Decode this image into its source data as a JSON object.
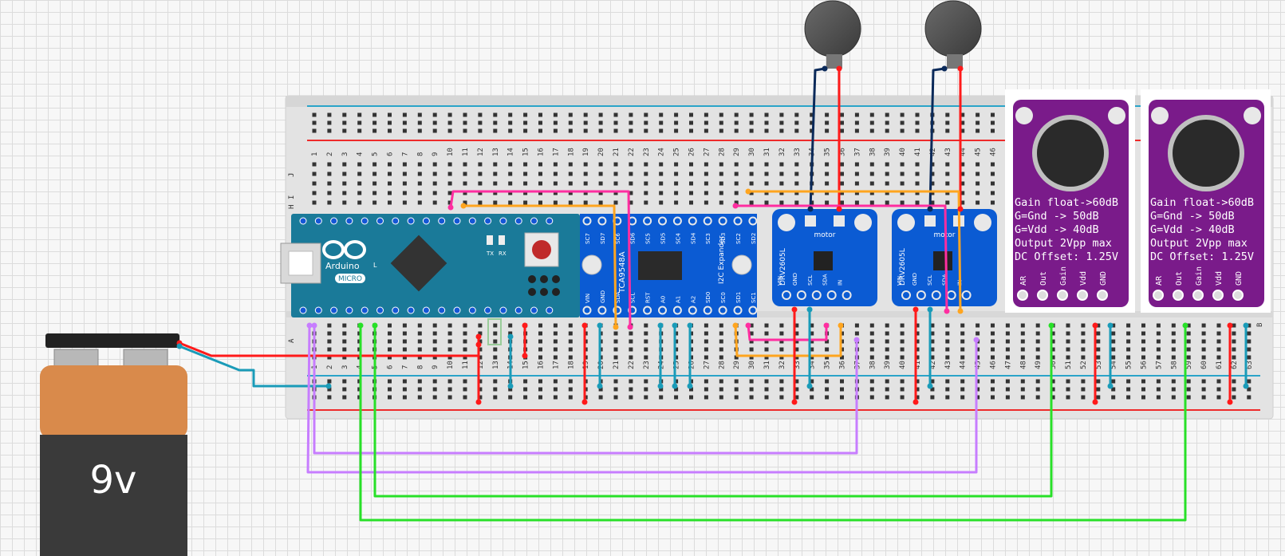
{
  "battery": {
    "label": "9v"
  },
  "breadboard": {
    "column_count": 63,
    "row_letters_top": [
      "J",
      "I",
      "H"
    ],
    "row_letters_bottom": [
      "A",
      "B"
    ]
  },
  "arduino": {
    "brand": "Arduino",
    "model": "MICRO",
    "led_tx": "TX",
    "led_rx": "RX",
    "led_l": "L"
  },
  "i2c_mux": {
    "chip": "TCA9548A",
    "title": "I2C Expander",
    "top_pins": [
      "SC7",
      "SD7",
      "SC6",
      "SD6",
      "SC5",
      "SD5",
      "SC4",
      "SD4",
      "SC3",
      "SD3",
      "SC2",
      "SD2"
    ],
    "bottom_pins": [
      "VIN",
      "GND",
      "SDA",
      "SCL",
      "RST",
      "A0",
      "A1",
      "A2",
      "SD0",
      "SC0",
      "SD1",
      "SC1"
    ]
  },
  "haptic_drivers": [
    {
      "name": "DRV2605L",
      "motor_label": "motor",
      "bottom_pins": [
        "VIN",
        "GND",
        "SCL",
        "SDA",
        "IN"
      ]
    },
    {
      "name": "DRV2605L",
      "motor_label": "motor",
      "bottom_pins": [
        "VIN",
        "GND",
        "SCL",
        "SDA",
        "IN"
      ]
    }
  ],
  "mic_amps": [
    {
      "lines": [
        "Gain float->60dB",
        "G=Gnd -> 50dB",
        "G=Vdd -> 40dB",
        "Output 2Vpp max",
        "DC Offset: 1.25V"
      ],
      "pins": [
        "AR",
        "Out",
        "Gain",
        "Vdd",
        "GND"
      ]
    },
    {
      "lines": [
        "Gain float->60dB",
        "G=Gnd -> 50dB",
        "G=Vdd -> 40dB",
        "Output 2Vpp max",
        "DC Offset: 1.25V"
      ],
      "pins": [
        "AR",
        "Out",
        "Gain",
        "Vdd",
        "GND"
      ]
    }
  ],
  "colors": {
    "wire_red": "#ff1a1a",
    "wire_blue": "#1a9bb8",
    "wire_navy": "#0b2a5a",
    "wire_green": "#28e028",
    "wire_violet": "#c77dff",
    "wire_orange": "#ffa51f",
    "wire_pink": "#ff2ea0",
    "board_blue": "#0b5bd3",
    "arduino_teal": "#1a7a99",
    "mic_purple": "#7a1b8a"
  }
}
